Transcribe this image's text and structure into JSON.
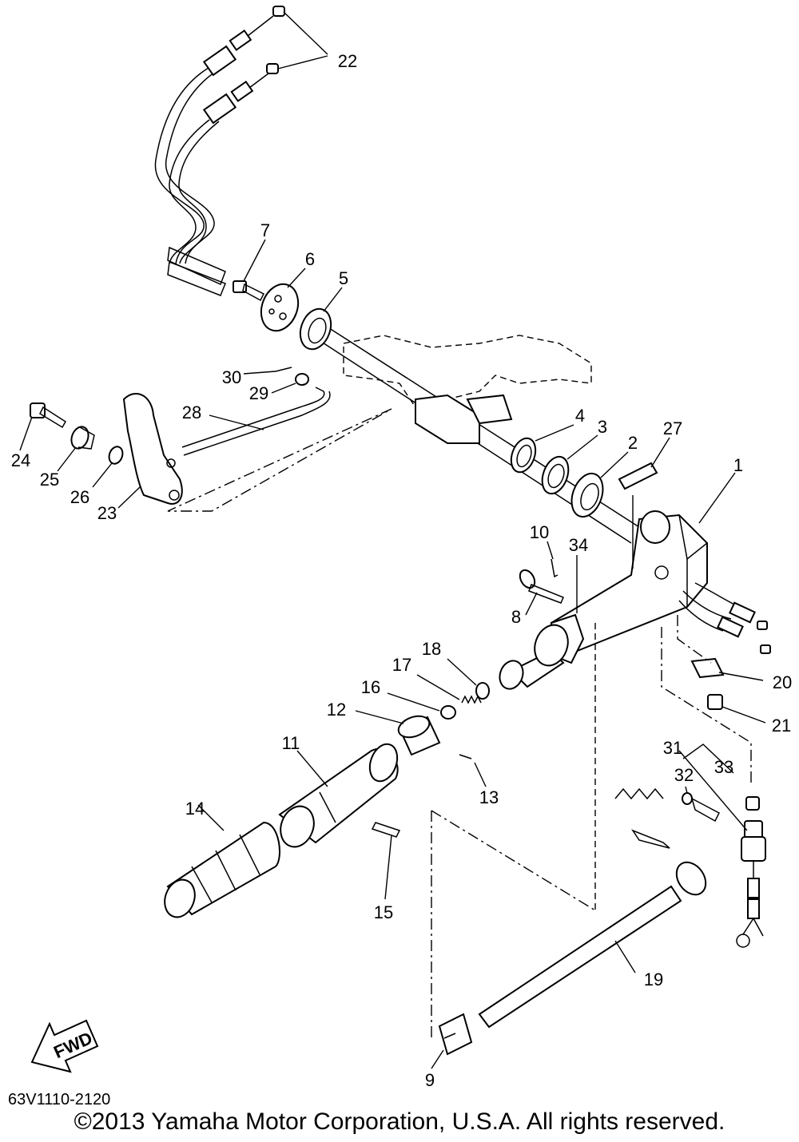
{
  "diagram": {
    "callouts": [
      {
        "id": "1",
        "label": "1"
      },
      {
        "id": "2",
        "label": "2"
      },
      {
        "id": "3",
        "label": "3"
      },
      {
        "id": "4",
        "label": "4"
      },
      {
        "id": "5",
        "label": "5"
      },
      {
        "id": "6",
        "label": "6"
      },
      {
        "id": "7",
        "label": "7"
      },
      {
        "id": "8",
        "label": "8"
      },
      {
        "id": "9",
        "label": "9"
      },
      {
        "id": "10",
        "label": "10"
      },
      {
        "id": "11",
        "label": "11"
      },
      {
        "id": "12",
        "label": "12"
      },
      {
        "id": "13",
        "label": "13"
      },
      {
        "id": "14",
        "label": "14"
      },
      {
        "id": "15",
        "label": "15"
      },
      {
        "id": "16",
        "label": "16"
      },
      {
        "id": "17",
        "label": "17"
      },
      {
        "id": "18",
        "label": "18"
      },
      {
        "id": "19",
        "label": "19"
      },
      {
        "id": "20",
        "label": "20"
      },
      {
        "id": "21",
        "label": "21"
      },
      {
        "id": "22",
        "label": "22"
      },
      {
        "id": "23",
        "label": "23"
      },
      {
        "id": "24",
        "label": "24"
      },
      {
        "id": "25",
        "label": "25"
      },
      {
        "id": "26",
        "label": "26"
      },
      {
        "id": "27",
        "label": "27"
      },
      {
        "id": "28",
        "label": "28"
      },
      {
        "id": "29",
        "label": "29"
      },
      {
        "id": "30",
        "label": "30"
      },
      {
        "id": "31",
        "label": "31"
      },
      {
        "id": "32",
        "label": "32"
      },
      {
        "id": "33",
        "label": "33"
      },
      {
        "id": "34",
        "label": "34"
      }
    ],
    "fwd_label": "FWD"
  },
  "footer": {
    "part_code": "63V1110-2120",
    "copyright": "©2013 Yamaha Motor Corporation, U.S.A. All rights reserved."
  }
}
